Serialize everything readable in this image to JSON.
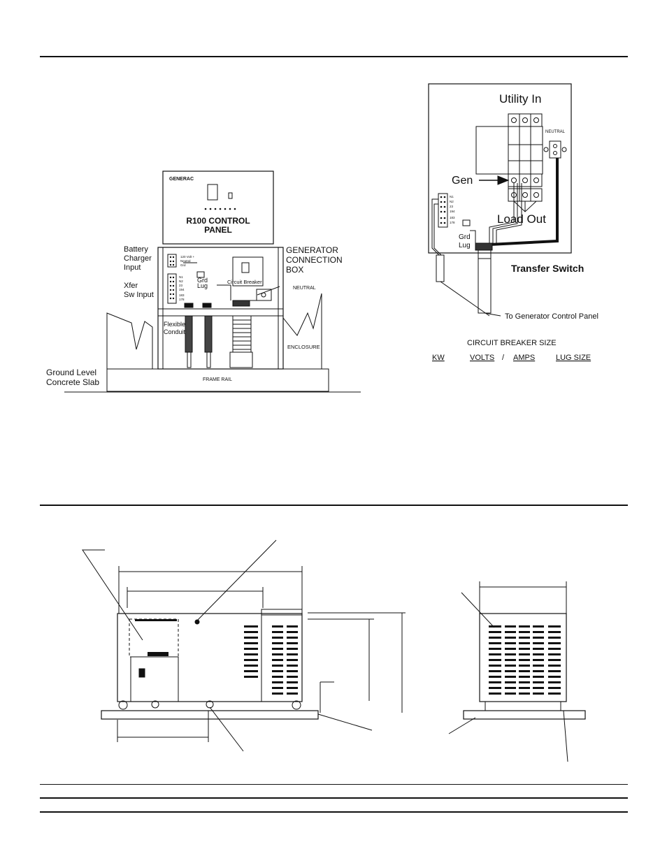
{
  "generator_panel": {
    "brand": "GENERAC",
    "panel_title_line1": "R100 CONTROL",
    "panel_title_line2": "PANEL",
    "battery_charger_input": [
      "Battery",
      "Charger",
      "Input"
    ],
    "xfer_sw_input": [
      "Xfer",
      "Sw Input"
    ],
    "grd_lug": [
      "Grd",
      "Lug"
    ],
    "circuit_breaker": "Circuit Breaker",
    "generator_connection_box": [
      "GENERATOR",
      "CONNECTION",
      "BOX"
    ],
    "neutral": "NEUTRAL",
    "flexible_conduit": [
      "Flexible",
      "Conduit"
    ],
    "enclosure": "ENCLOSURE",
    "ground_level": [
      "Ground Level",
      "Concrete Slab"
    ],
    "frame_rail": "FRAME RAIL",
    "terminal_top": [
      "120 Volt +",
      "Neutral",
      "Grd"
    ],
    "terminal_mid": [
      "N1",
      "N2",
      "23",
      "194",
      "183",
      "178"
    ]
  },
  "transfer_switch": {
    "utility_in": "Utility In",
    "neutral": "NEUTRAL",
    "gen": "Gen",
    "load_out": "Load Out",
    "grd_lug": [
      "Grd",
      "Lug"
    ],
    "title": "Transfer Switch",
    "to_panel": "To Generator Control Panel",
    "terminal_labels": [
      "N1",
      "N2",
      "23",
      "194",
      "183",
      "178"
    ]
  },
  "breaker_table": {
    "title": "CIRCUIT BREAKER SIZE",
    "kw": "KW",
    "volts": "VOLTS",
    "slash": "/",
    "amps": "AMPS",
    "lug_size": "LUG SIZE"
  }
}
